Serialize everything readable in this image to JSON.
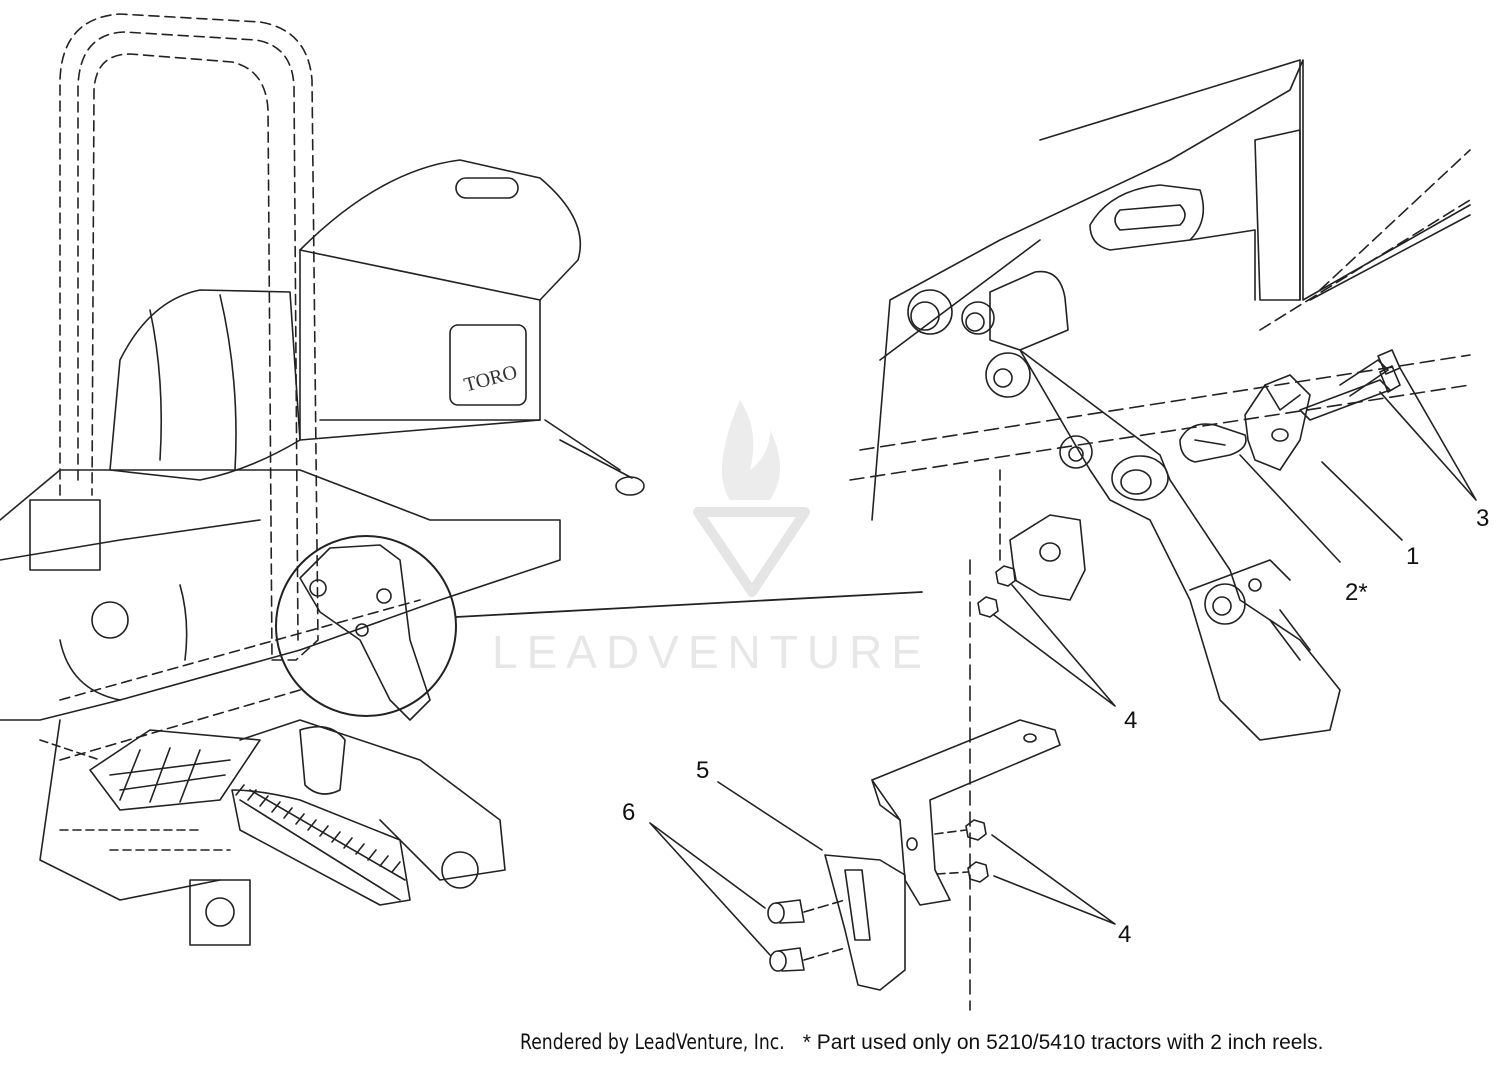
{
  "watermark": {
    "brand": "LEADVENTURE"
  },
  "logo": {
    "text": "TORO"
  },
  "callouts": {
    "c1": "1",
    "c2": "2*",
    "c3": "3",
    "c4a": "4",
    "c4b": "4",
    "c5": "5",
    "c6": "6"
  },
  "footer": {
    "rendered_by": "Rendered by LeadVenture, Inc.",
    "note": "* Part used only on 5210/5410 tractors with 2 inch reels."
  }
}
